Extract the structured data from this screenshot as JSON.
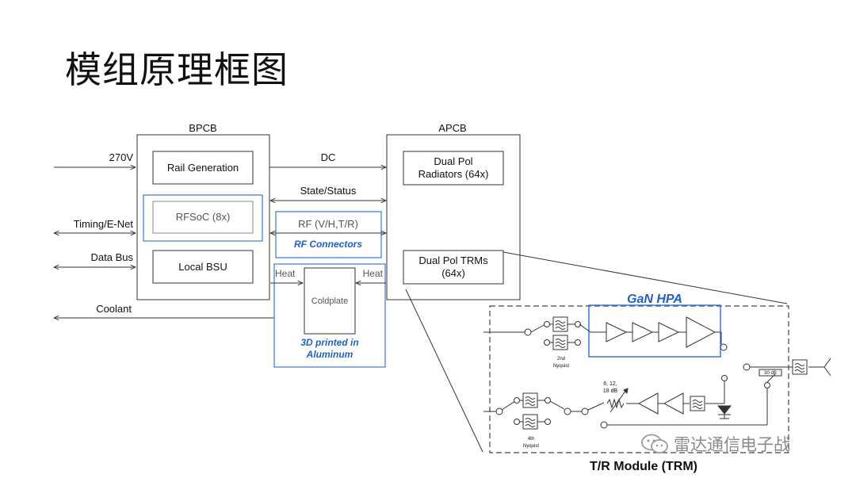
{
  "title": "模组原理框图",
  "bpcb": {
    "label": "BPCB",
    "rail_generation": "Rail Generation",
    "rfsoc": "RFSoC (8x)",
    "local_bsu": "Local BSU"
  },
  "apcb": {
    "label": "APCB",
    "radiators": [
      "Dual Pol",
      "Radiators (64x)"
    ],
    "trms": [
      "Dual Pol TRMs",
      "(64x)"
    ]
  },
  "signals": {
    "in_270v": "270V",
    "timing": "Timing/E-Net",
    "data_bus": "Data Bus",
    "coolant": "Coolant",
    "dc": "DC",
    "state_status": "State/Status"
  },
  "rf_box": {
    "label": "RF (V/H,T/R)",
    "caption": "RF Connectors"
  },
  "cooling": {
    "heat_left": "Heat",
    "heat_right": "Heat",
    "coldplate": "Coldplate",
    "caption": [
      "3D printed in",
      "Aluminum"
    ]
  },
  "trm": {
    "title": "T/R Module (TRM)",
    "gan_hpa": "GaN HPA",
    "nyquist2": [
      "2nd",
      "Nyquist"
    ],
    "nyquist4": [
      "4th",
      "Nyquist"
    ],
    "attenuator": [
      "6, 12,",
      "18 dB"
    ],
    "coupler": "30 dB"
  },
  "watermark": "雷达通信电子战",
  "colors": {
    "accent": "#1e5fd6",
    "line": "#333333",
    "dashed": "#444444"
  }
}
